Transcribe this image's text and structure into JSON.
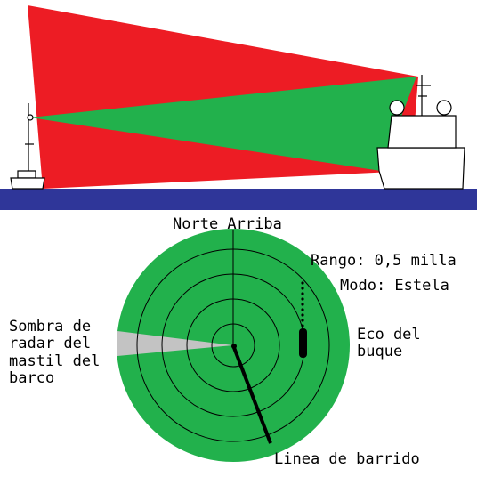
{
  "labels": {
    "north_up": "Norte Arriba",
    "range": "Rango: 0,5 milla",
    "mode": "Modo: Estela",
    "shadow": [
      "Sombra de",
      "radar del",
      "mastil del",
      "barco"
    ],
    "echo": [
      "Eco del",
      "buque"
    ],
    "sweep": "Linea de barrido"
  },
  "colors": {
    "beam_red": "#ed1c24",
    "beam_green": "#22b14c",
    "sea": "#2f3699",
    "radar_screen": "#22b14c",
    "shadow_sector": "#c3c3c3",
    "lines": "#000000"
  }
}
